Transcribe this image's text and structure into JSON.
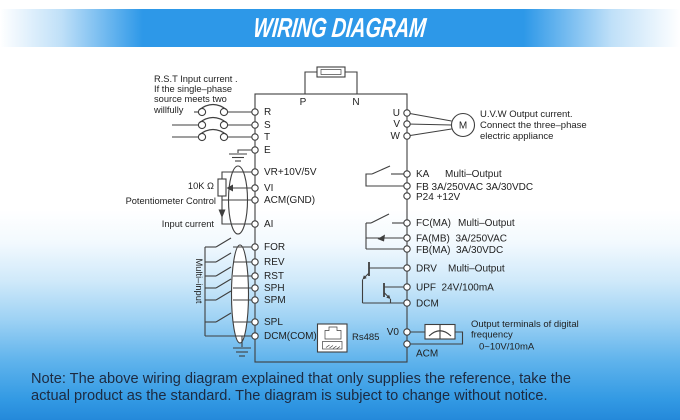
{
  "banner": {
    "title": "WIRING DIAGRAM"
  },
  "note": {
    "line1": "Note: The above wiring diagram explained that only supplies the reference, take the",
    "line2": "actual product as the standard. The diagram is subject to change without notice."
  },
  "colors": {
    "banner_blue": "#2d98e8",
    "bottom_blue": "#2489da",
    "line": "#3f3f3f",
    "note_text": "#1d2a40"
  },
  "diagram": {
    "rst_note": [
      "R.S.T Input current .",
      "If the single–phase",
      "source meets two",
      "willfully"
    ],
    "p": "P",
    "n": "N",
    "left_terminals": [
      "R",
      "S",
      "T",
      "E",
      "VR+10V/5V",
      "VI",
      "ACM(GND)",
      "AI",
      "FOR",
      "REV",
      "RST",
      "SPH",
      "SPM",
      "SPL",
      "DCM(COM)"
    ],
    "pot_value": "10K Ω",
    "pot_control": "Potentiometer Control",
    "input_current": "Input current",
    "multi_input": "Multi–input",
    "rs485": "Rs485",
    "uvw": [
      "U",
      "V",
      "W"
    ],
    "motor_m": "M",
    "motor_note": [
      "U.V.W Output current.",
      "Connect the three–phase",
      "electric appliance"
    ],
    "right": {
      "ka": "KA",
      "ka_desc": "Multi–Output",
      "fb": "FB 3A/250VAC 3A/30VDC",
      "p24": "P24 +12V",
      "fc": "FC(MA)",
      "fc_desc": "Multi–Output",
      "fa": "FA(MB)  3A/250VAC",
      "fbma": "FB(MA)  3A/30VDC",
      "drv": "DRV",
      "drv_desc": "Multi–Output",
      "upf": "UPF  24V/100mA",
      "dcm": "DCM",
      "v0": "V0",
      "acm": "ACM"
    },
    "freq_note": [
      "Output terminals of digital",
      "frequency",
      "0~10V/10mA"
    ]
  }
}
